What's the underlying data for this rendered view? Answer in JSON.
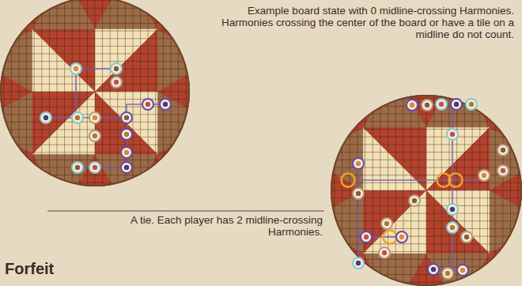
{
  "diagram": {
    "labels": [
      "Example board state with 0 midline-crossing Harmonies. Harmonies crossing the center of the board or have a tile on a midline do not count.",
      "A tie. Each player has 2 midline-crossing Harmonies.",
      "Forfeit"
    ]
  }
}
